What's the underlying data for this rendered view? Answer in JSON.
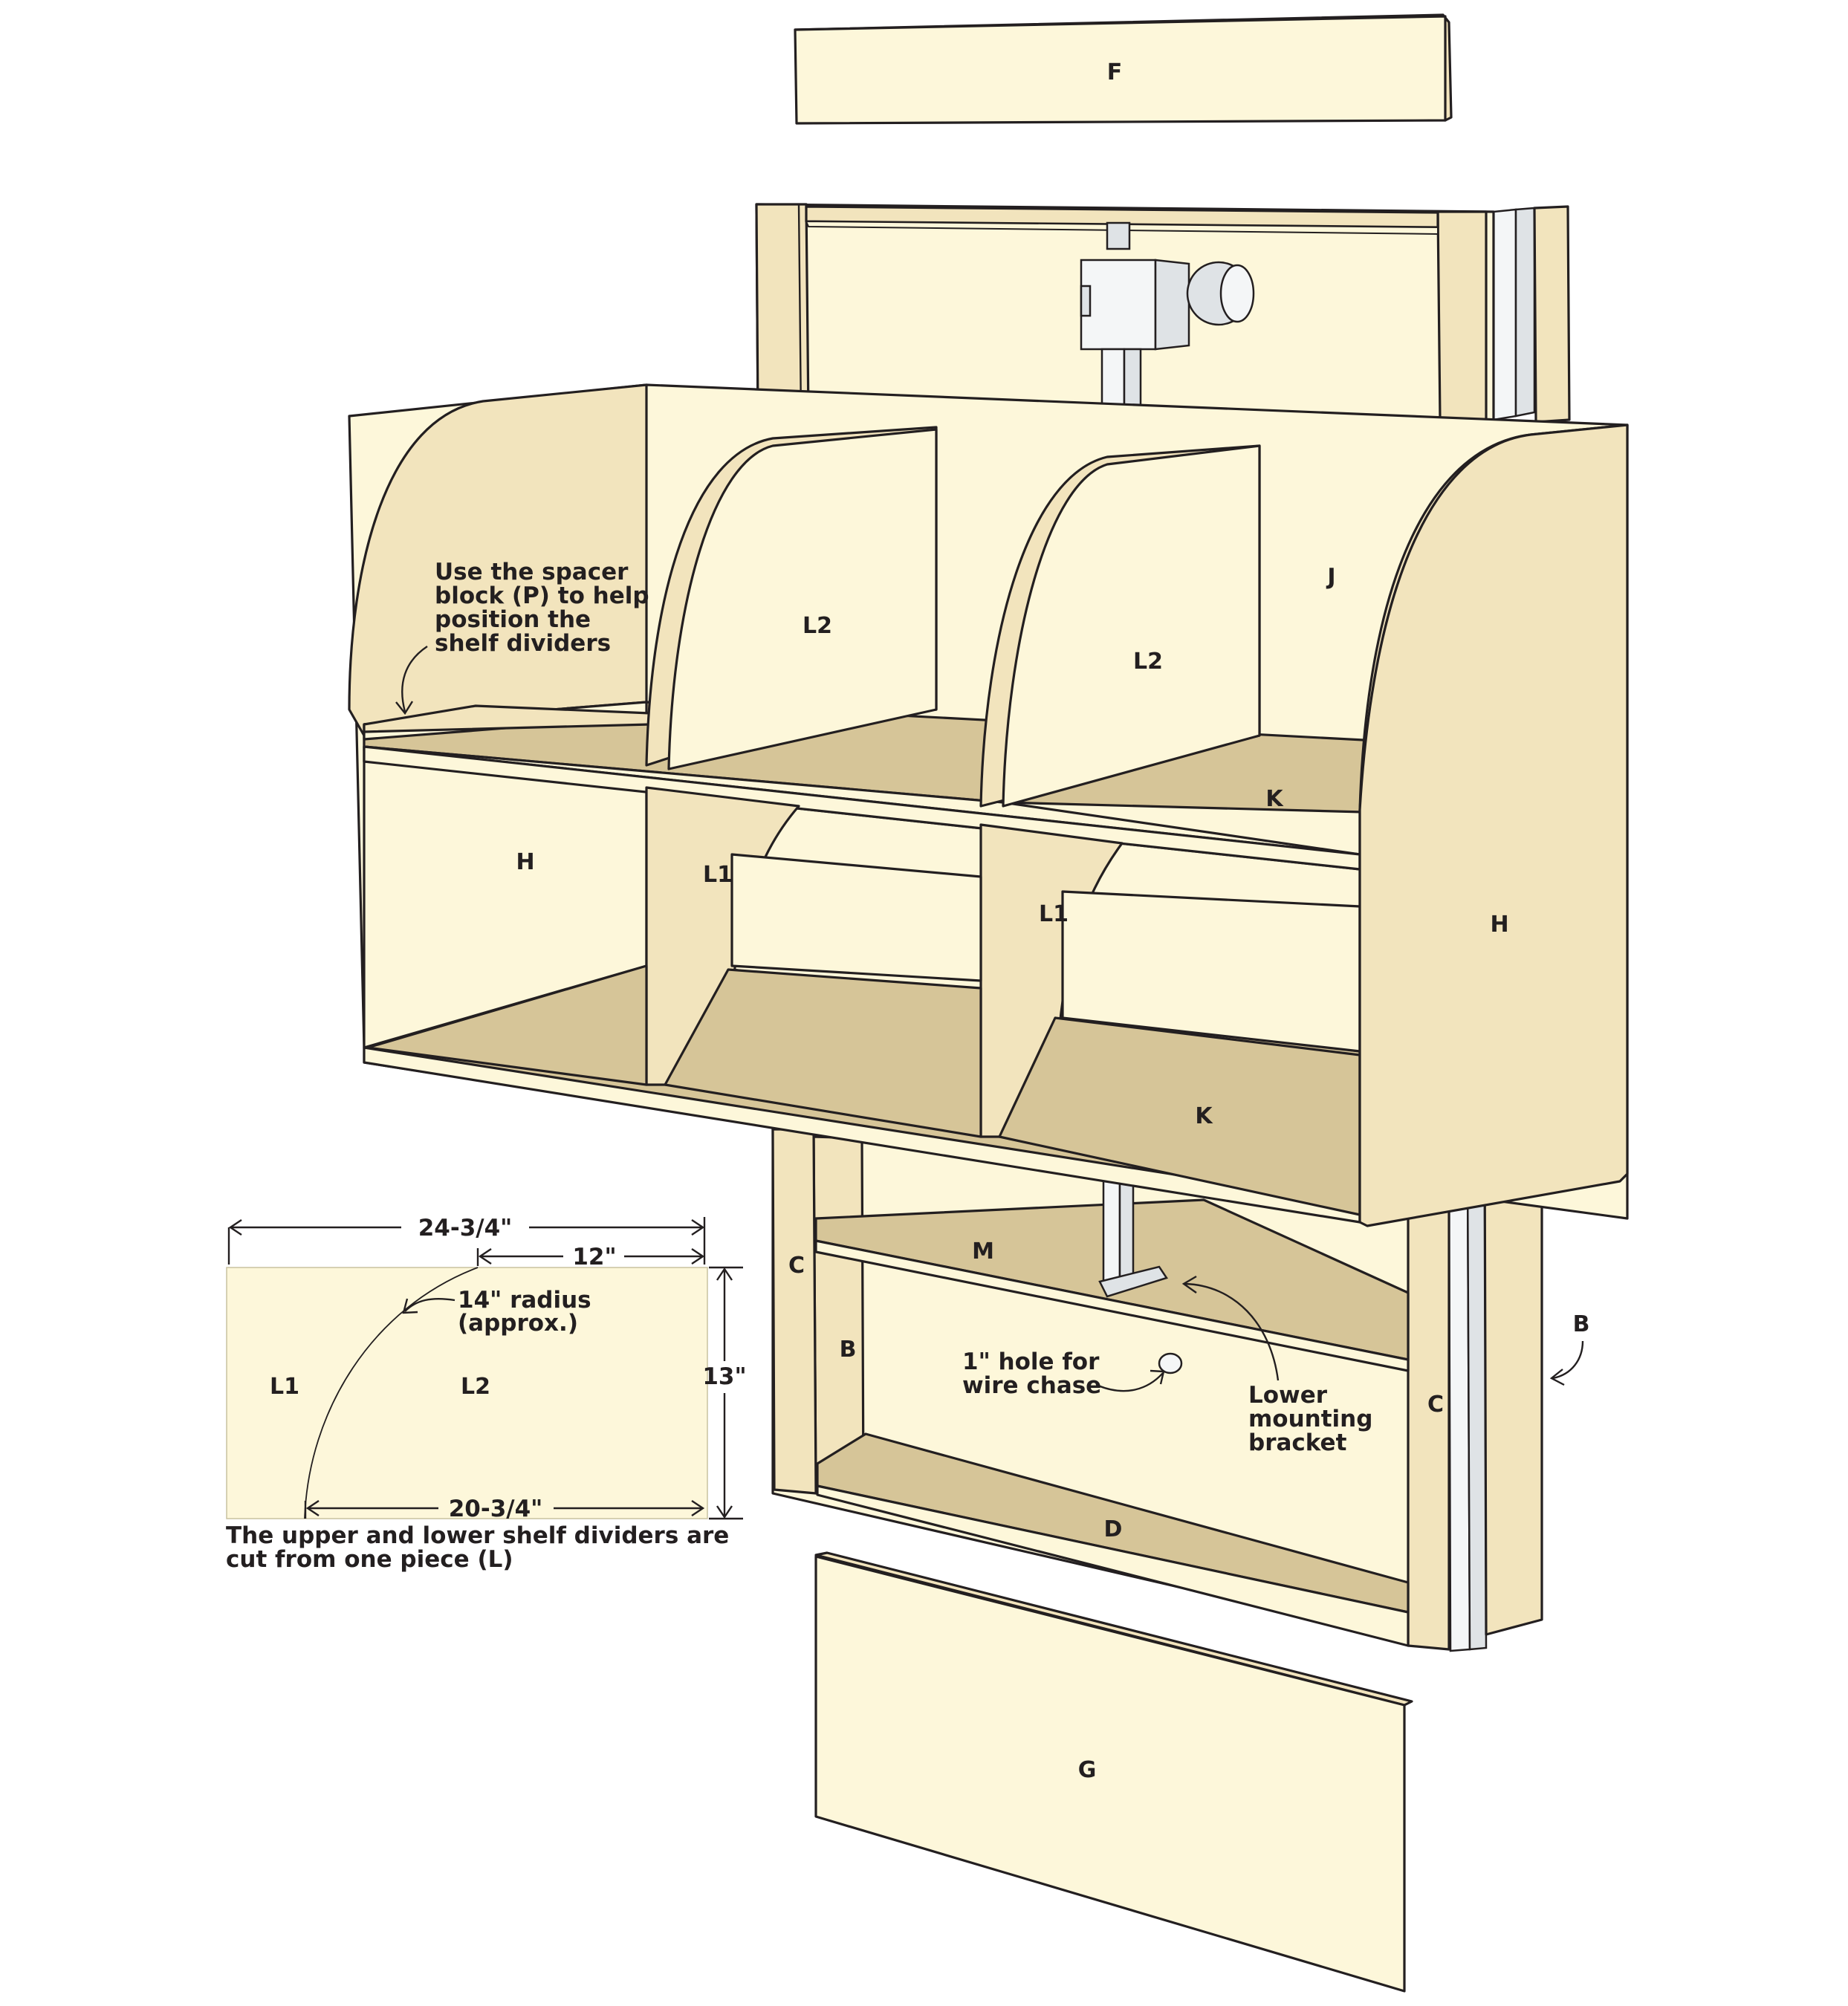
{
  "parts": {
    "F": "F",
    "J": "J",
    "H_left": "H",
    "H_right": "H",
    "L2_left": "L2",
    "L2_right": "L2",
    "L1_left": "L1",
    "L1_right": "L1",
    "K_upper": "K",
    "K_lower": "K",
    "M": "M",
    "C_left": "C",
    "C_right": "C",
    "B_inner": "B",
    "B_outer": "B",
    "D": "D",
    "G": "G"
  },
  "callouts": {
    "spacer": [
      "Use the spacer",
      "block (P) to help",
      "position the",
      "shelf dividers"
    ],
    "hole": [
      "1\" hole for",
      "wire chase"
    ],
    "bracket": [
      "Lower",
      "mounting",
      "bracket"
    ]
  },
  "inset": {
    "dim_width": "24-3/4\"",
    "dim_top": "12\"",
    "dim_height": "13\"",
    "dim_bottom": "20-3/4\"",
    "radius": [
      "14\" radius",
      "(approx.)"
    ],
    "L1": "L1",
    "L2": "L2",
    "caption": [
      "The upper and lower shelf dividers are",
      "cut from one piece (L)"
    ]
  }
}
